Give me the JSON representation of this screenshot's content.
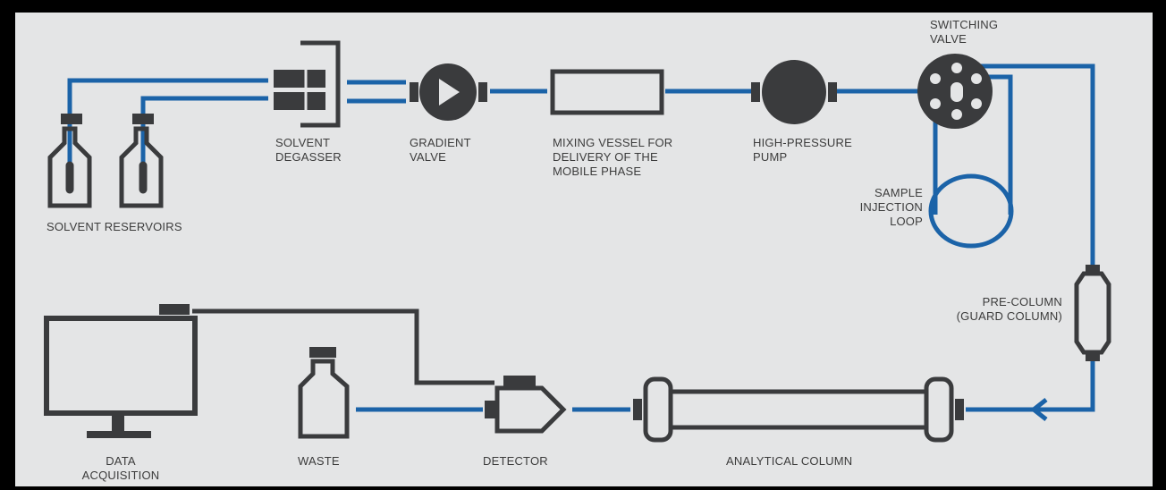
{
  "colors": {
    "background": "#e4e5e6",
    "frame": "#000000",
    "tubing_blue": "#1b63a8",
    "component_dark": "#3a3b3d",
    "label_text": "#3c3c3c"
  },
  "labels": {
    "solvent_reservoirs": "SOLVENT RESERVOIRS",
    "solvent_degasser": "SOLVENT\nDEGASSER",
    "gradient_valve": "GRADIENT\nVALVE",
    "mixing_vessel": "MIXING VESSEL FOR\nDELIVERY OF THE\nMOBILE PHASE",
    "high_pressure_pump": "HIGH-PRESSURE\nPUMP",
    "switching_valve": "SWITCHING\nVALVE",
    "sample_injection_loop": "SAMPLE\nINJECTION\nLOOP",
    "pre_column": "PRE-COLUMN\n(GUARD COLUMN)",
    "analytical_column": "ANALYTICAL COLUMN",
    "detector": "DETECTOR",
    "waste": "WASTE",
    "data_acquisition": "DATA\nACQUISITION"
  },
  "icons": {
    "flow_arrow": "arrow-left-icon",
    "pump": "pump-icon",
    "valve": "valve-icon",
    "monitor": "monitor-icon",
    "bottle": "bottle-icon"
  }
}
